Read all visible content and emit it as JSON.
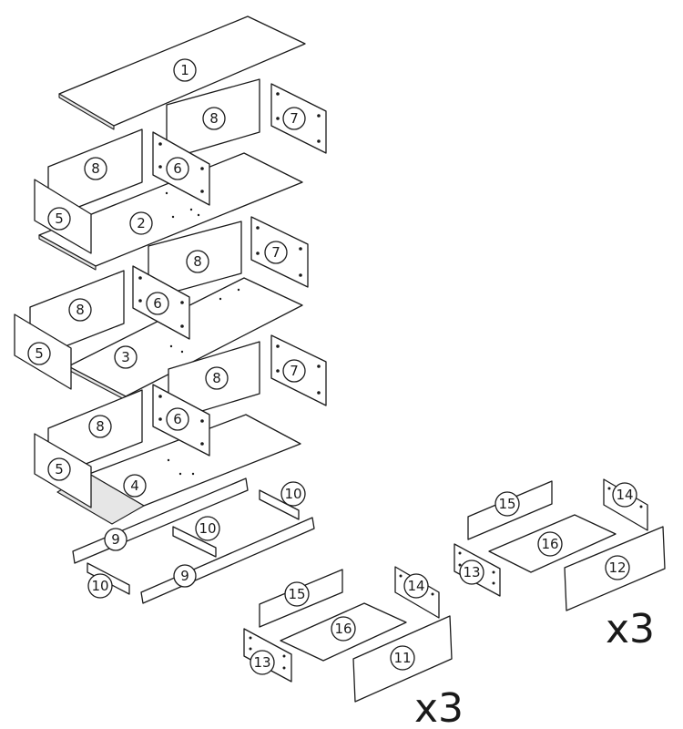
{
  "callouts": {
    "p1": "1",
    "p2": "2",
    "p3": "3",
    "p4": "4",
    "p5": "5",
    "p6": "6",
    "p7": "7",
    "p8": "8",
    "p9": "9",
    "p10": "10",
    "p11": "11",
    "p12": "12",
    "p13": "13",
    "p14": "14",
    "p15": "15",
    "p16": "16"
  },
  "multipliers": {
    "drawer_left": "x3",
    "drawer_right": "x3"
  }
}
